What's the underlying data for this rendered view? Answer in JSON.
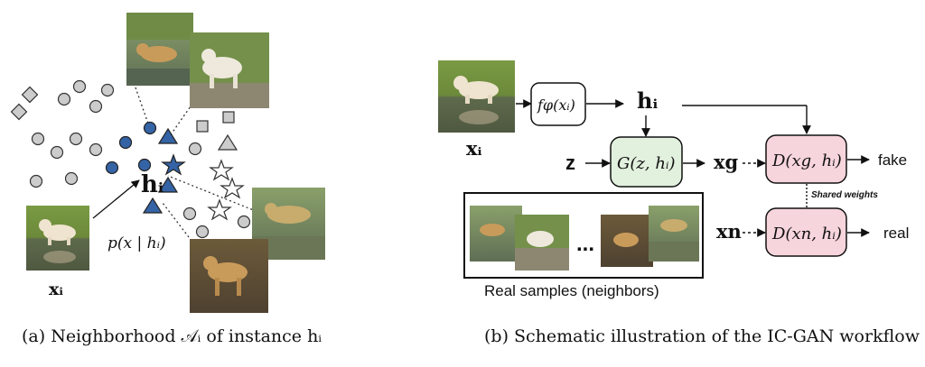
{
  "panel_a": {
    "caption": "(a) Neighborhood 𝒜ᵢ of instance hᵢ",
    "instance_label": "hᵢ",
    "input_label": "xᵢ",
    "distribution_label": "p(x | hᵢ)"
  },
  "panel_b": {
    "caption": "(b) Schematic illustration of the IC-GAN workflow",
    "input_label": "xᵢ",
    "encoder_label": "fφ(xᵢ)",
    "feature_label": "hᵢ",
    "noise_label": "z",
    "generator_label": "G(z, hᵢ)",
    "generated_label": "xg",
    "discriminator_fake_label": "D(xg, hᵢ)",
    "discriminator_real_label": "D(xn, hᵢ)",
    "fake_label": "fake",
    "real_label": "real",
    "neighbor_label": "xn",
    "shared_weights_label": "Shared weights",
    "samples_caption": "Real samples (neighbors)",
    "ellipsis": "..."
  },
  "colors": {
    "blue_marker": "#3564a6",
    "gray_marker": "#cccccc",
    "generator_fill": "#e2f0de",
    "discriminator_fill": "#f7d5dc",
    "photo_grass": "#6e8a3f",
    "photo_water": "#5d6650",
    "dog_cream": "#efe4cf",
    "dog_golden": "#c99b5b"
  }
}
